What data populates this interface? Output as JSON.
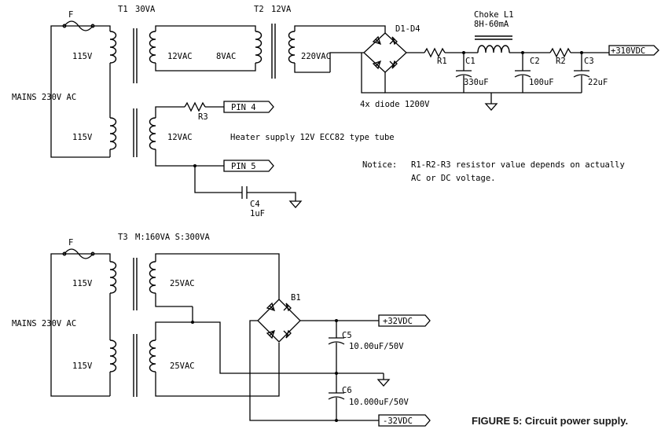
{
  "figure": {
    "caption": "FIGURE 5: Circuit power supply."
  },
  "top_circuit": {
    "fuse": "F",
    "t1": "T1",
    "t1_rating": "30VA",
    "t2": "T2",
    "t2_rating": "12VA",
    "primary_upper": "115V",
    "primary_lower": "115V",
    "mains": "MAINS 230V AC",
    "t1_sec_upper": "12VAC",
    "t1_sec_lower": "12VAC",
    "t2_primary": "8VAC",
    "t2_secondary": "220VAC",
    "bridge": "D1-D4",
    "r1": "R1",
    "r2": "R2",
    "r3": "R3",
    "c1": "C1",
    "c1_val": "330uF",
    "c2": "C2",
    "c2_val": "100uF",
    "c3": "C3",
    "c3_val": "22uF",
    "choke": "Choke L1",
    "choke_val": "8H-60mA",
    "out_hv": "+310VDC",
    "diode_note": "4x diode 1200V",
    "pin4": "PIN 4",
    "pin5": "PIN 5",
    "heater_note": "Heater supply 12V ECC82 type tube",
    "c4": "C4",
    "c4_val": "1uF",
    "notice_label": "Notice:",
    "notice_line1": "R1-R2-R3 resistor value depends on actually",
    "notice_line2": "AC or DC voltage."
  },
  "bottom_circuit": {
    "fuse": "F",
    "t3": "T3",
    "t3_rating": "M:160VA S:300VA",
    "primary_upper": "115V",
    "primary_lower": "115V",
    "mains": "MAINS 230V AC",
    "sec_upper": "25VAC",
    "sec_lower": "25VAC",
    "bridge": "B1",
    "c5": "C5",
    "c5_val": "10.00uF/50V",
    "c6": "C6",
    "c6_val": "10.000uF/50V",
    "out_pos": "+32VDC",
    "out_neg": "-32VDC"
  }
}
